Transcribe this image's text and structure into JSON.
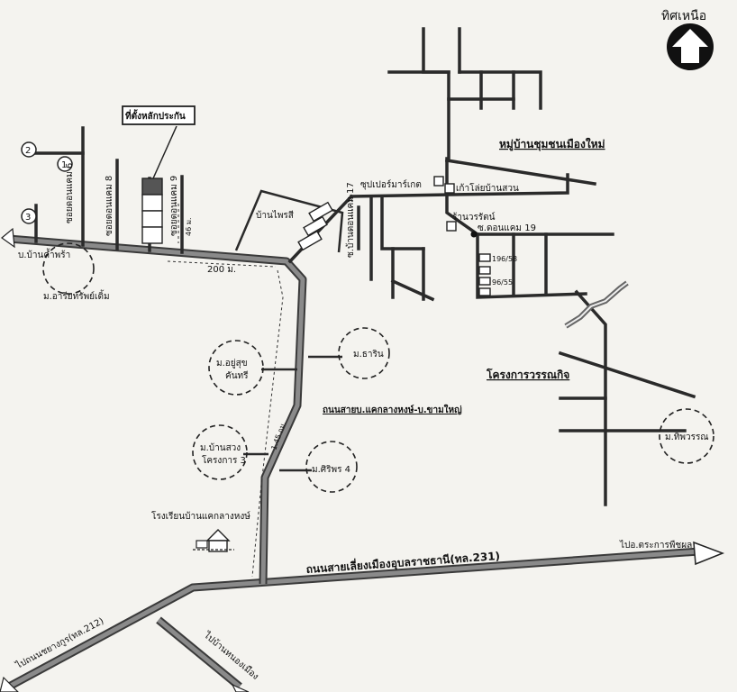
{
  "north": {
    "label": "ทิศเหนือ",
    "icon": "north-arrow-icon"
  },
  "site_marker": {
    "label": "ที่ตั้งหลักประกัน"
  },
  "roads": {
    "highway_231": "ถนนสายเลี่ยงเมืองอุบลราชธานี(ทล.231)",
    "to_tadkrakarn": "ไปอ.ตระการพืชผล",
    "to_yasothon": "ไปถนนชยางกูร(ทล.212)",
    "to_maemuang": "ไปบ้านหนองเมือง",
    "local_road": "ถนนสายบ.แคกลางหงษ์-บ.ขามใหญ่",
    "soi_6": "ซอยดอนแคม 6",
    "soi_8": "ซอยดอนแคม 8",
    "soi_9": "ซอยดอนแคม 9",
    "soi_17": "ซ.บ้านดอนแคม 17",
    "soi_19": "ซ.ดอนแคม 19"
  },
  "places": {
    "ban_kham_phra": "บ.บ้านค้ำพร้า",
    "aree_village": "ม.อารียทรัพย์เดิ้ม",
    "ban_phrai": "บ้านไพรสี",
    "supermarket": "ซุปเปอร์มาร์เกต",
    "nine_lamp": "เก้าโล่ยบ้านสวน",
    "shop_wanrit": "ร้านวรรัตน์",
    "housing_village": "หมู่บ้านชุมชนเมืองใหม่",
    "m_darin": "ม.ธาริน",
    "m_yusuk": "ม.อยู่สุข",
    "m_yusuk2": "คันทรี",
    "m_baansuang": "ม.บ้านสวง",
    "m_baansuang2": "โครงการ 3",
    "m_siriporn": "ม.ศิริพร 4",
    "project": "โครงการวรรณกิจ",
    "m_thitiwan": "ม.ทิพวรรณ",
    "school": "โรงเรียนบ้านแคกลางหงษ์",
    "house_1": "196/58",
    "house_2": "96/55"
  },
  "distances": {
    "d_46": "46 ม.",
    "d_200": "200 ม.",
    "d_145": "1.45 กม."
  },
  "markers": {
    "m1": "1",
    "m2": "2",
    "m3": "3"
  }
}
